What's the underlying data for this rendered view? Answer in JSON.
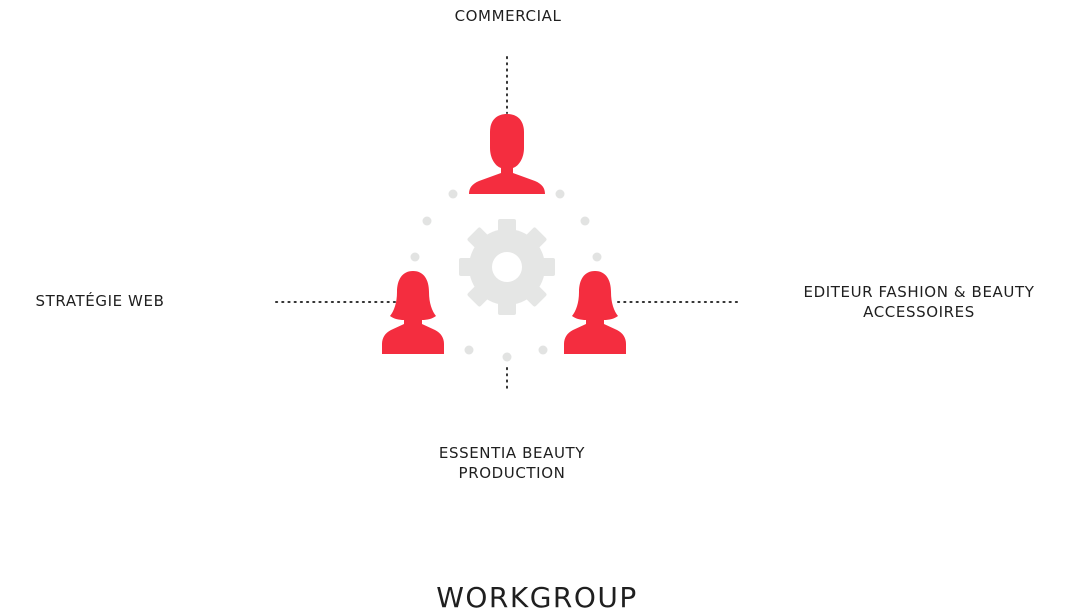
{
  "diagram": {
    "top_label": "COMMERCIAL",
    "left_label": "STRATÉGIE WEB",
    "right_label": {
      "line1": "EDITEUR FASHION & BEAUTY",
      "line2": "ACCESSOIRES"
    },
    "bottom_label": {
      "line1": "ESSENTIA BEAUTY",
      "line2": "PRODUCTION"
    },
    "title": "WORKGROUP",
    "colors": {
      "accent": "#f42d3f",
      "gear": "#e5e6e5",
      "dots": "#e2e3e2",
      "text": "#1f1f1f"
    },
    "icons": [
      "male-person-icon",
      "female-person-icon",
      "female-person-icon",
      "gear-icon"
    ]
  }
}
